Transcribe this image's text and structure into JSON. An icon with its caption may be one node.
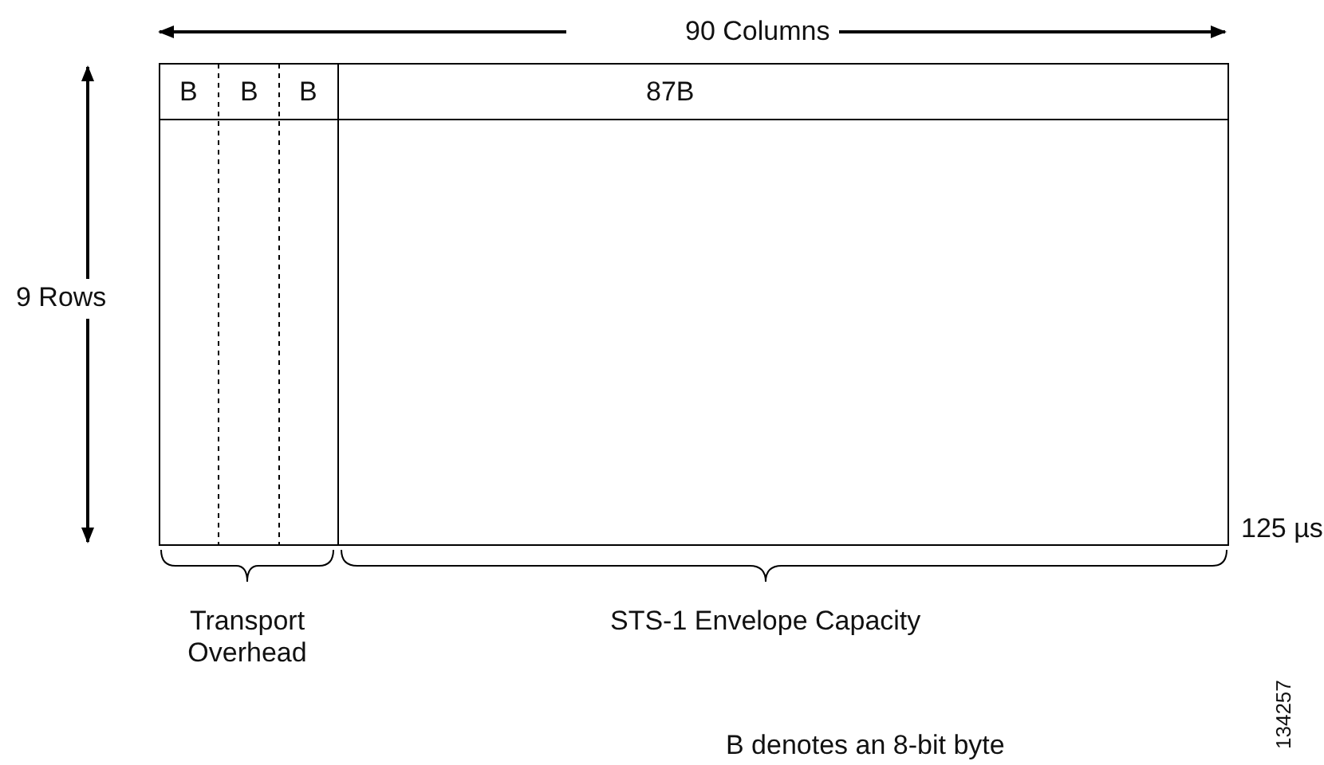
{
  "diagram": {
    "labels": [
      "90 Columns",
      "9 Rows",
      "B",
      "B",
      "B",
      "87B",
      "125 µs",
      "Transport Overhead",
      "STS-1 Envelope Capacity",
      "B denotes an 8-bit byte",
      "134257"
    ]
  }
}
